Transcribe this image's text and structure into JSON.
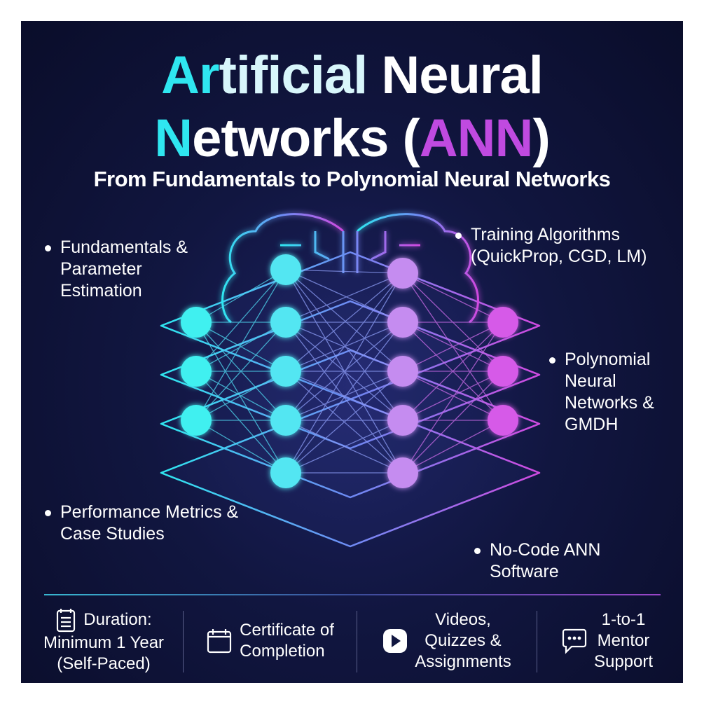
{
  "title": {
    "line1_a": "Ar",
    "line1_b": "tificial",
    "line1_c": " Neural",
    "line2_a": "N",
    "line2_b": "etworks (",
    "line2_c": "ANN",
    "line2_d": ")"
  },
  "subtitle": "From Fundamentals to Polynomial Neural Networks",
  "topics": [
    "Fundamentals & Parameter Estimation",
    "Training Algorithms (QuickProp, CGD, LM)",
    "Polynomial Neural Networks & GMDH",
    "Performance Metrics & Case Studies",
    "No-Code ANN Software"
  ],
  "features": [
    {
      "icon": "notepad-icon",
      "line1": "Duration:",
      "line2": "Minimum 1 Year",
      "line3": "(Self-Paced)"
    },
    {
      "icon": "calendar-icon",
      "line1": "Certificate of",
      "line2": "Completion"
    },
    {
      "icon": "play-icon",
      "line1": "Videos,",
      "line2": "Quizzes &",
      "line3": "Assignments"
    },
    {
      "icon": "chat-icon",
      "line1": "1-to-1",
      "line2": "Mentor",
      "line3": "Support"
    }
  ],
  "colors": {
    "cyan": "#2fe6f0",
    "purple": "#c04ae0",
    "background": "#111640"
  }
}
